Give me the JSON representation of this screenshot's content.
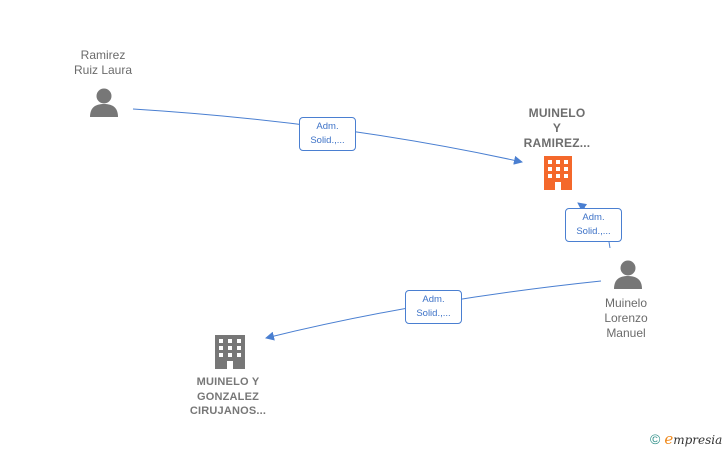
{
  "nodes": {
    "ramirez": {
      "type": "person",
      "line1": "Ramirez",
      "line2": "Ruiz Laura",
      "icon": "person-icon",
      "color": "#777777"
    },
    "muinelo_ramirez": {
      "type": "company",
      "line1": "MUINELO",
      "line2": "Y",
      "line3": "RAMIREZ...",
      "icon": "building-icon",
      "color": "#f4682b"
    },
    "muinelo_lorenzo": {
      "type": "person",
      "line1": "Muinelo",
      "line2": "Lorenzo",
      "line3": "Manuel",
      "icon": "person-icon",
      "color": "#777777"
    },
    "muinelo_gonzalez": {
      "type": "company",
      "line1": "MUINELO Y",
      "line2": "GONZALEZ",
      "line3": "CIRUJANOS...",
      "icon": "building-icon",
      "color": "#777777"
    }
  },
  "edges": [
    {
      "from": "ramirez",
      "to": "muinelo_ramirez",
      "line1": "Adm.",
      "line2": "Solid.,..."
    },
    {
      "from": "muinelo_lorenzo",
      "to": "muinelo_ramirez",
      "line1": "Adm.",
      "line2": "Solid.,..."
    },
    {
      "from": "muinelo_lorenzo",
      "to": "muinelo_gonzalez",
      "line1": "Adm.",
      "line2": "Solid.,..."
    }
  ],
  "colors": {
    "edge": "#4a7fd1",
    "highlight": "#f4682b",
    "node": "#777777"
  },
  "branding": {
    "copyright": "©",
    "logo_first": "e",
    "logo_rest": "mpresia"
  }
}
